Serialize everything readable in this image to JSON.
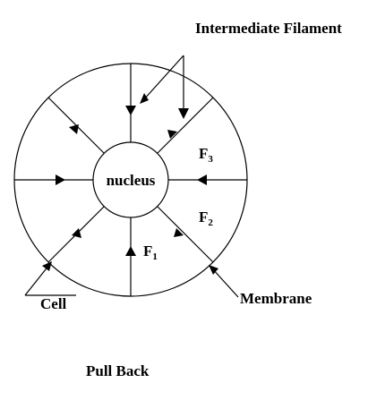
{
  "labels": {
    "top": "Intermediate Filament",
    "nucleus": "nucleus",
    "f1": "F",
    "f1_sub": "1",
    "f2": "F",
    "f2_sub": "2",
    "f3": "F",
    "f3_sub": "3",
    "cell": "Cell",
    "membrane": "Membrane",
    "caption": "Pull Back"
  },
  "colors": {
    "ink": "#000000",
    "background": "#ffffff"
  }
}
